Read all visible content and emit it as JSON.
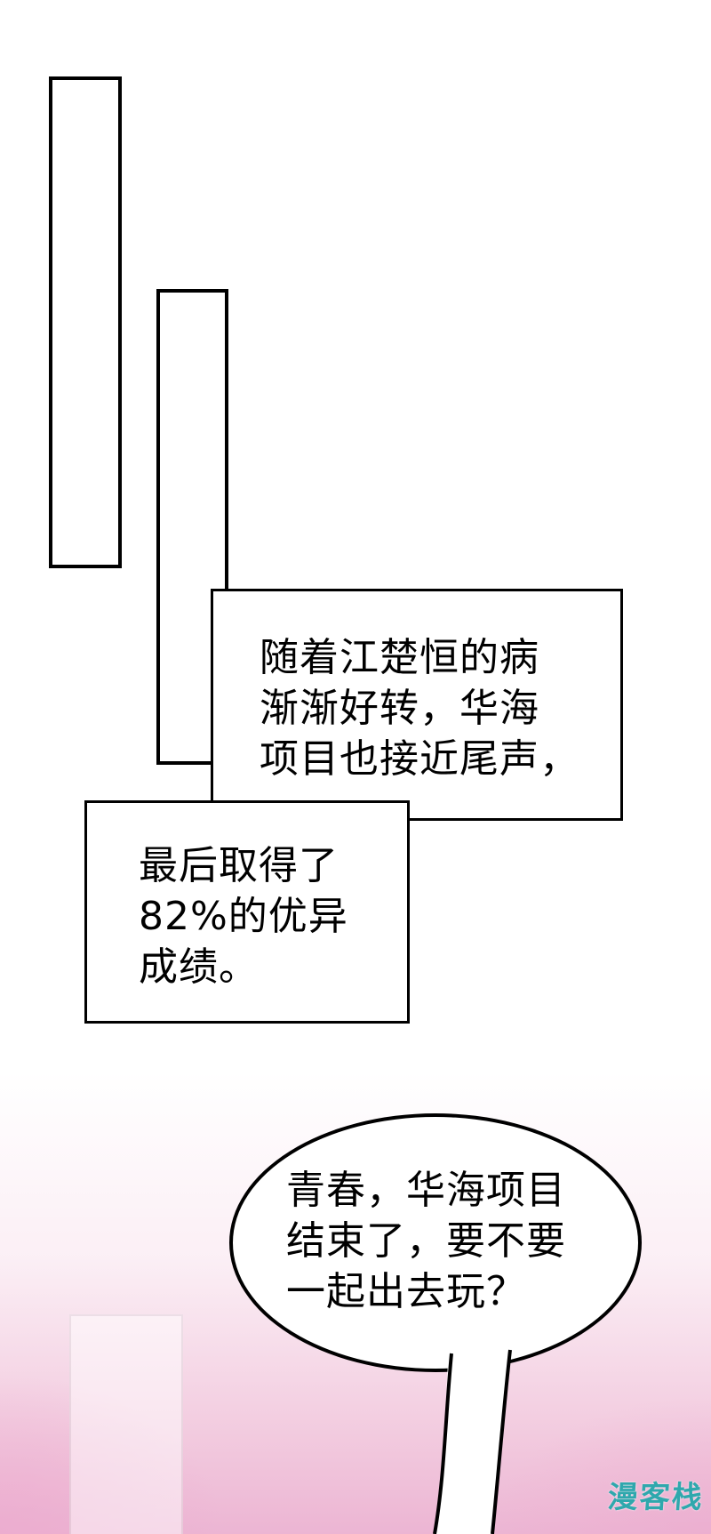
{
  "colors": {
    "background": "#ffffff",
    "ink": "#000000",
    "pink_accent": "#efbed7",
    "watermark_teal": "#2fa8ad"
  },
  "narration1": {
    "lines": [
      "随着江楚恒的病",
      "渐渐好转，华海",
      "项目也接近尾声，"
    ]
  },
  "narration2": {
    "lines": [
      "最后取得了",
      "82%的优异",
      "成绩。"
    ]
  },
  "speech": {
    "lines": [
      "青春，华海项目",
      "结束了，要不要",
      "一起出去玩？"
    ]
  },
  "watermark": {
    "text": "漫客栈",
    "color": "#2fa8ad"
  }
}
